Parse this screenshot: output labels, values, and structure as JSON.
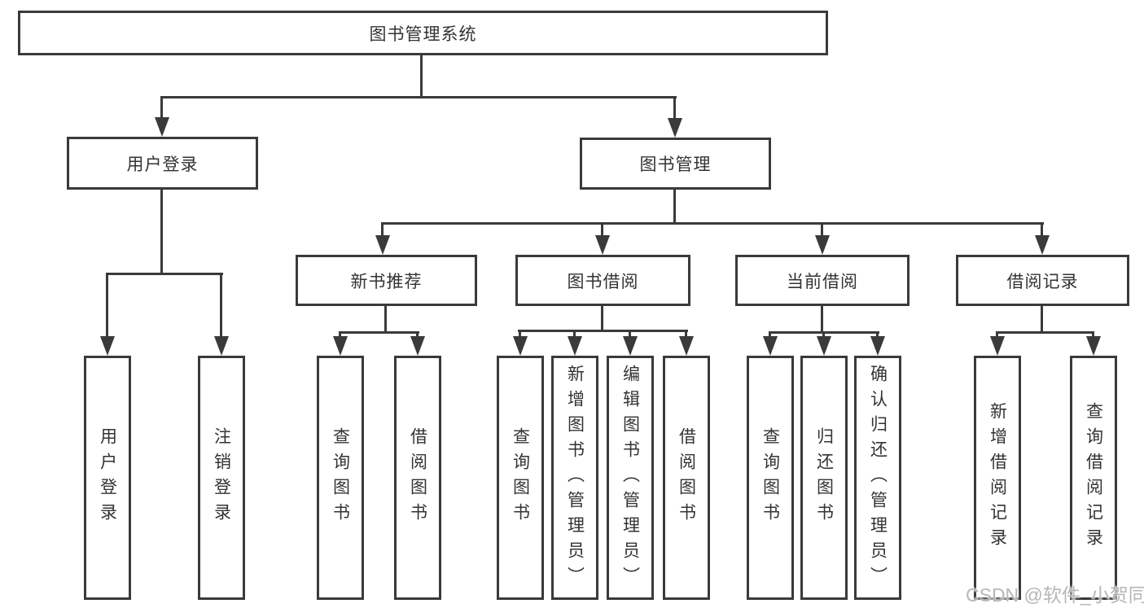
{
  "tree": {
    "label": "图书管理系统",
    "children": [
      {
        "label": "用户登录",
        "children": [
          {
            "label": "用户登录"
          },
          {
            "label": "注销登录"
          }
        ]
      },
      {
        "label": "图书管理",
        "children": [
          {
            "label": "新书推荐",
            "children": [
              {
                "label": "查询图书"
              },
              {
                "label": "借阅图书"
              }
            ]
          },
          {
            "label": "图书借阅",
            "children": [
              {
                "label": "查询图书"
              },
              {
                "label": "新增图书（管理员）"
              },
              {
                "label": "编辑图书（管理员）"
              },
              {
                "label": "借阅图书"
              }
            ]
          },
          {
            "label": "当前借阅",
            "children": [
              {
                "label": "查询图书"
              },
              {
                "label": "归还图书"
              },
              {
                "label": "确认归还（管理员）"
              }
            ]
          },
          {
            "label": "借阅记录",
            "children": [
              {
                "label": "新增借阅记录"
              },
              {
                "label": "查询借阅记录"
              }
            ]
          }
        ]
      }
    ]
  },
  "watermark": {
    "text": "CSDN @软件_小贺同学"
  },
  "colors": {
    "line": "#3a3a3a",
    "text": "#333333",
    "watermark": "#b6b6b6",
    "background": "#ffffff"
  }
}
